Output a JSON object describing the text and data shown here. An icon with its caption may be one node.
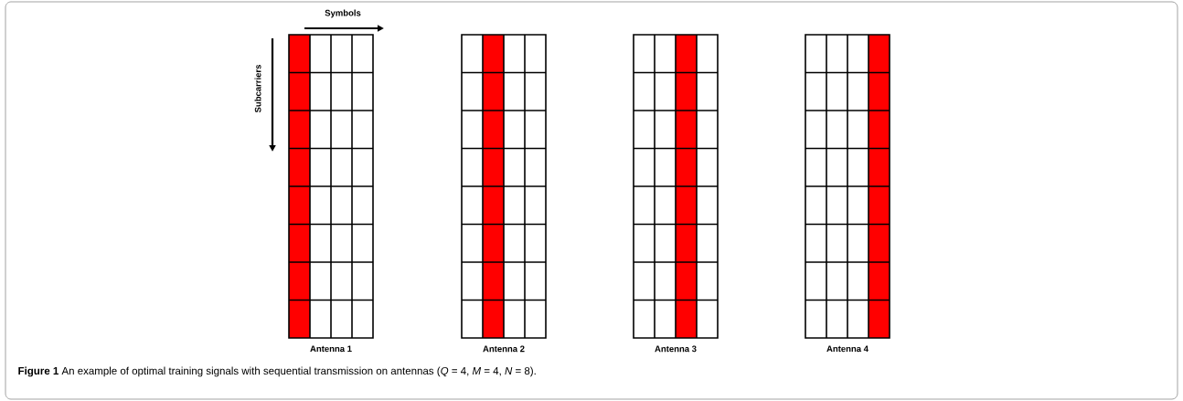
{
  "diagram": {
    "caption": "**Figure 1** An example of optimal training signals with sequential transmission on antennas (*Q* = 4, *M* = 4, *N* = 8).",
    "nodes": [
      {
        "text": [
          "Antenna 1"
        ]
      },
      {
        "text": [
          "Antenna 2"
        ]
      },
      {
        "text": [
          "Antenna 3"
        ]
      },
      {
        "text": [
          "Antenna 4"
        ]
      }
    ],
    "labels": [
      "Symbols",
      "Subcarriers"
    ]
  }
}
